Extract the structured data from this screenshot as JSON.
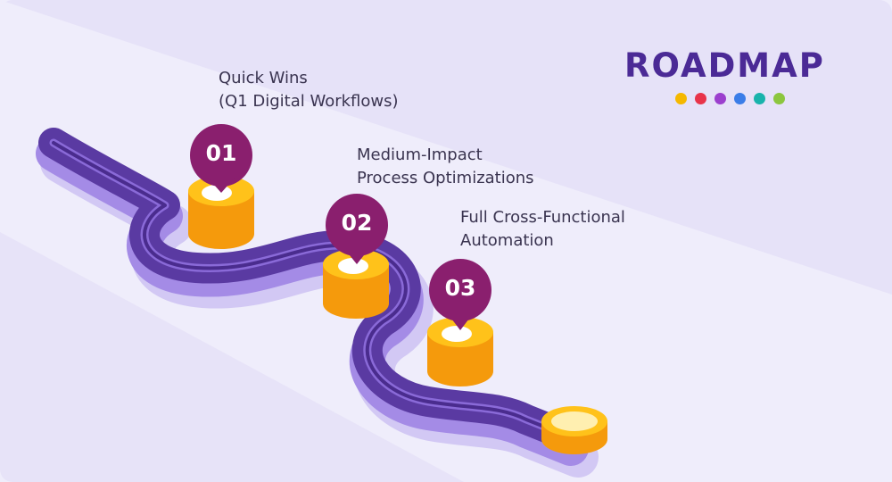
{
  "header": {
    "title": "ROADMAP",
    "dots": [
      {
        "name": "yellow",
        "color": "#f5b800"
      },
      {
        "name": "red",
        "color": "#e8334a"
      },
      {
        "name": "purple",
        "color": "#9c3fce"
      },
      {
        "name": "blue",
        "color": "#3b7de8"
      },
      {
        "name": "teal",
        "color": "#19b3ac"
      },
      {
        "name": "green",
        "color": "#8cc63f"
      }
    ]
  },
  "steps": [
    {
      "number": "01",
      "line1": "Quick Wins",
      "line2": "(Q1 Digital Workflows)"
    },
    {
      "number": "02",
      "line1": "Medium-Impact",
      "line2": "Process Optimizations"
    },
    {
      "number": "03",
      "line1": "Full Cross-Functional",
      "line2": "Automation"
    }
  ],
  "colors": {
    "road": "#5a3aa2",
    "road_edge": "#8a6ad8",
    "road_shadow": "#c9bdf0",
    "pin": "#8a1f6e",
    "platform_top": "#ffc21a",
    "platform_side": "#f59a0c",
    "title": "#4b2a96"
  }
}
